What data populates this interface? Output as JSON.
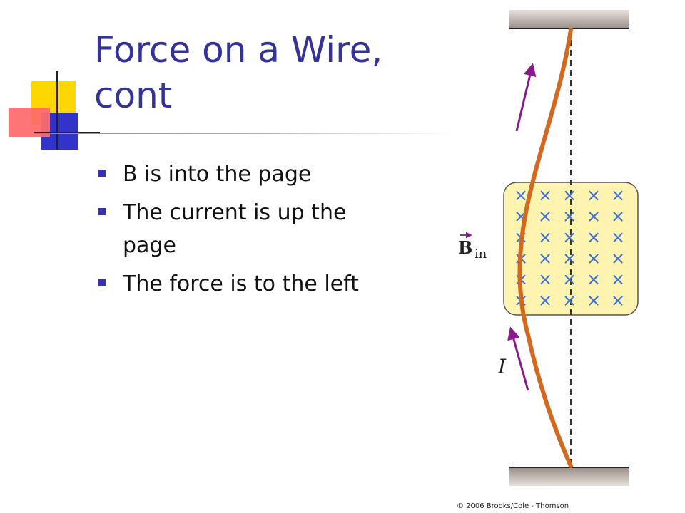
{
  "slide": {
    "title": "Force on a Wire, cont",
    "bullets": [
      "B is into the page",
      "The current is up the page",
      "The force is to the left"
    ]
  },
  "figure": {
    "field_label": "B",
    "field_subscript": "in",
    "current_label": "I",
    "field_marker": "×",
    "credit": "© 2006 Brooks/Cole - Thomson"
  },
  "colors": {
    "title": "#33339a",
    "bullet_marker": "#3333b3",
    "wire": "#d2691e",
    "arrow": "#8a1a8a",
    "field_region": "#fff3b0",
    "field_marker": "#3a6fd8",
    "deco_yellow": "#ffd700",
    "deco_blue": "#3333cc",
    "deco_red": "#ff3333"
  }
}
